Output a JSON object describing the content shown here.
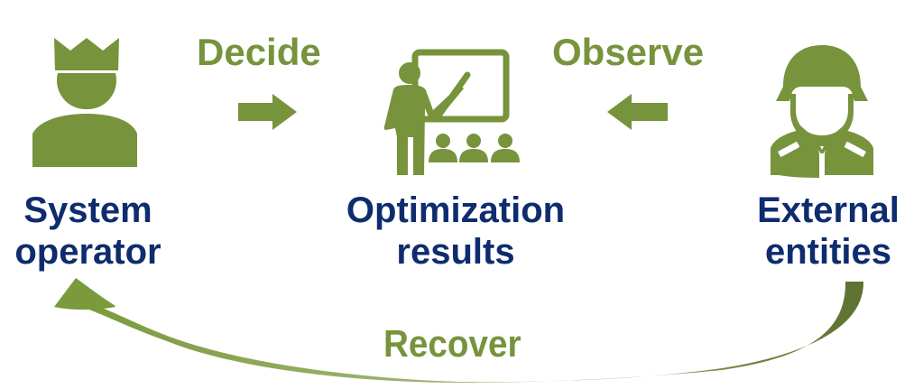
{
  "colors": {
    "green": "#77933c",
    "green_dark": "#5d7230",
    "navy": "#0e2c6e",
    "background": "#ffffff"
  },
  "nodes": [
    {
      "id": "system-operator",
      "icon": "crowned-person-icon",
      "label_lines": [
        "System",
        "operator"
      ]
    },
    {
      "id": "optimization-results",
      "icon": "presenter-audience-icon",
      "label_lines": [
        "Optimization",
        "results"
      ]
    },
    {
      "id": "external-entities",
      "icon": "soldier-icon",
      "label_lines": [
        "External",
        "entities"
      ]
    }
  ],
  "edges": [
    {
      "label": "Decide",
      "from": "system-operator",
      "to": "optimization-results",
      "icon": "arrow-right-icon"
    },
    {
      "label": "Observe",
      "from": "external-entities",
      "to": "optimization-results",
      "icon": "arrow-left-icon"
    },
    {
      "label": "Recover",
      "from": "external-entities",
      "to": "system-operator",
      "icon": "curved-arrow-icon"
    }
  ]
}
